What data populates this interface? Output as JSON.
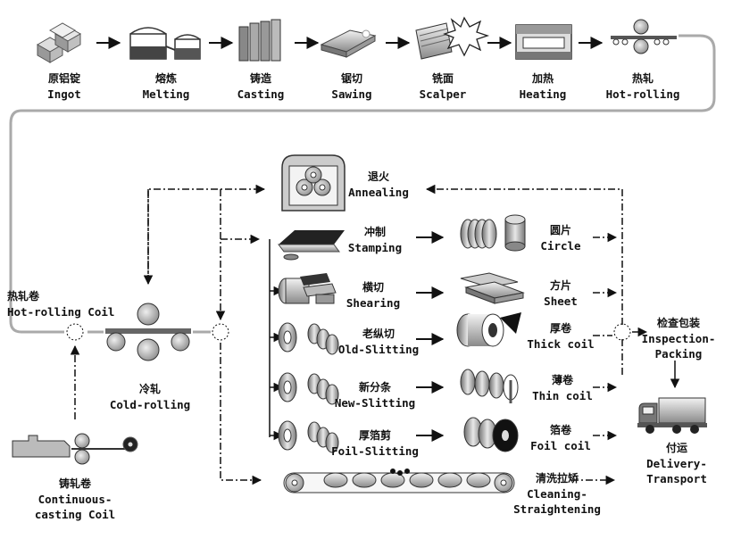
{
  "steps": {
    "ingot": {
      "zh": "原铝锭",
      "en": "Ingot"
    },
    "melting": {
      "zh": "熔炼",
      "en": "Melting"
    },
    "casting": {
      "zh": "铸造",
      "en": "Casting"
    },
    "sawing": {
      "zh": "锯切",
      "en": "Sawing"
    },
    "scalper": {
      "zh": "铣面",
      "en": "Scalper"
    },
    "heating": {
      "zh": "加热",
      "en": "Heating"
    },
    "hot_rolling": {
      "zh": "热轧",
      "en": "Hot-rolling"
    },
    "hot_rolling_coil": {
      "zh": "热轧卷",
      "en": "Hot-rolling Coil"
    },
    "cold_rolling": {
      "zh": "冷轧",
      "en": "Cold-rolling"
    },
    "continuous_casting": {
      "zh": "铸轧卷",
      "en1": "Continuous-",
      "en2": "casting Coil"
    },
    "annealing": {
      "zh": "退火",
      "en": "Annealing"
    },
    "stamping": {
      "zh": "冲制",
      "en": "Stamping"
    },
    "shearing": {
      "zh": "横切",
      "en": "Shearing"
    },
    "old_slitting": {
      "zh": "老纵切",
      "en": "Old-Slitting"
    },
    "new_slitting": {
      "zh": "新分条",
      "en": "New-Slitting"
    },
    "foil_slitting": {
      "zh": "厚箔剪",
      "en": "Foil-Slitting"
    },
    "cleaning": {
      "zh": "清洗拉矫",
      "en1": "Cleaning-",
      "en2": "Straightening"
    }
  },
  "products": {
    "circle": {
      "zh": "圆片",
      "en": "Circle"
    },
    "sheet": {
      "zh": "方片",
      "en": "Sheet"
    },
    "thick_coil": {
      "zh": "厚卷",
      "en": "Thick coil"
    },
    "thin_coil": {
      "zh": "薄卷",
      "en": "Thin coil"
    },
    "foil_coil": {
      "zh": "箔卷",
      "en": "Foil coil"
    }
  },
  "final": {
    "inspection": {
      "zh": "检查包装",
      "en1": "Inspection-",
      "en2": "Packing"
    },
    "delivery": {
      "zh": "付运",
      "en1": "Delivery-",
      "en2": "Transport"
    }
  }
}
